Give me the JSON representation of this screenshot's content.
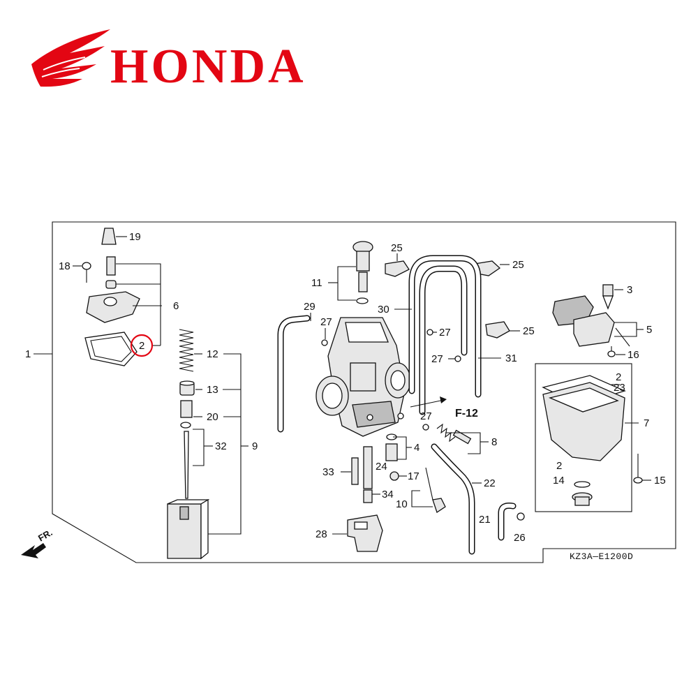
{
  "brand": {
    "name": "HONDA",
    "color": "#e30613",
    "icon": "wing-logo-icon"
  },
  "diagram": {
    "code": "KZ3A—E1200D",
    "fr_label": "FR.",
    "ref_label": "F-12",
    "highlight_color": "#e30613",
    "callouts": {
      "c1": "1",
      "c2": "2",
      "c3": "3",
      "c4": "4",
      "c5": "5",
      "c6": "6",
      "c7": "7",
      "c8": "8",
      "c9": "9",
      "c10": "10",
      "c11": "11",
      "c12": "12",
      "c13": "13",
      "c14": "14",
      "c15": "15",
      "c16": "16",
      "c17": "17",
      "c18": "18",
      "c19": "19",
      "c20": "20",
      "c21": "21",
      "c22": "22",
      "c23": "23",
      "c24": "24",
      "c25": "25",
      "c26": "26",
      "c27": "27",
      "c28": "28",
      "c29": "29",
      "c30": "30",
      "c31": "31",
      "c32": "32",
      "c33": "33",
      "c34": "34"
    }
  }
}
